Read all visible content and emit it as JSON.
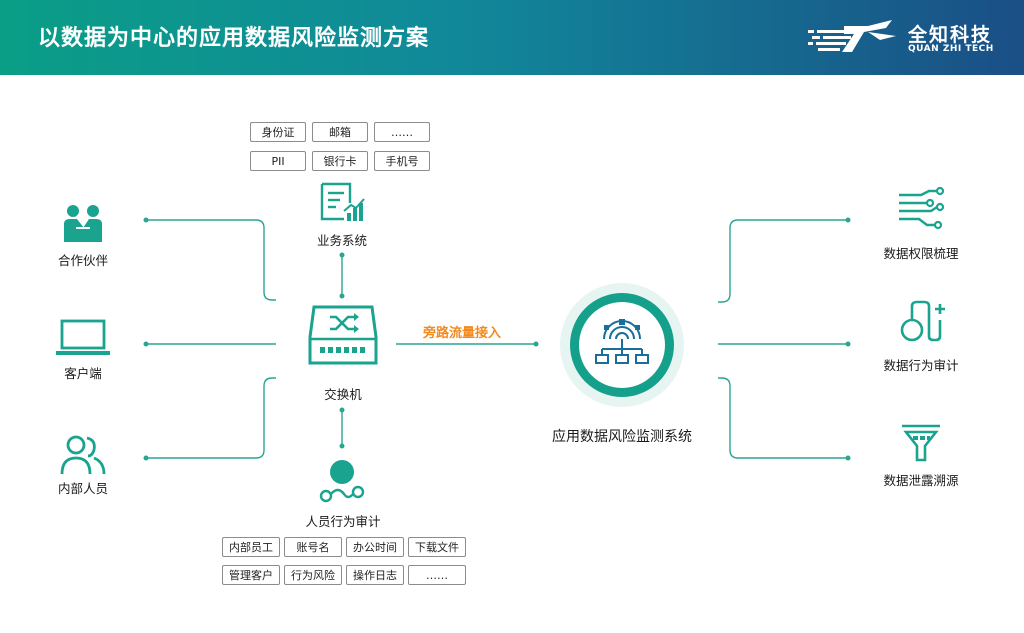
{
  "title": "以数据为中心的应用数据风险监测方案",
  "logo": {
    "cn": "全知科技",
    "en": "QUAN ZHI TECH"
  },
  "colors": {
    "teal": "#1aa38f",
    "orange": "#f28a1e"
  },
  "top_tags": [
    [
      "身份证",
      "邮箱",
      "……"
    ],
    [
      "PII",
      "银行卡",
      "手机号"
    ]
  ],
  "bottom_tags": [
    [
      "内部员工",
      "账号名",
      "办公时间",
      "下载文件"
    ],
    [
      "管理客户",
      "行为风险",
      "操作日志",
      "……"
    ]
  ],
  "nodes": {
    "business": "业务系统",
    "switch": "交换机",
    "audit": "人员行为审计",
    "partner": "合作伙伴",
    "client": "客户端",
    "staff": "内部人员",
    "center": "应用数据风险监测系统",
    "perm": "数据权限梳理",
    "behavior": "数据行为审计",
    "leak": "数据泄露溯源"
  },
  "flow_label": "旁路流量接入"
}
